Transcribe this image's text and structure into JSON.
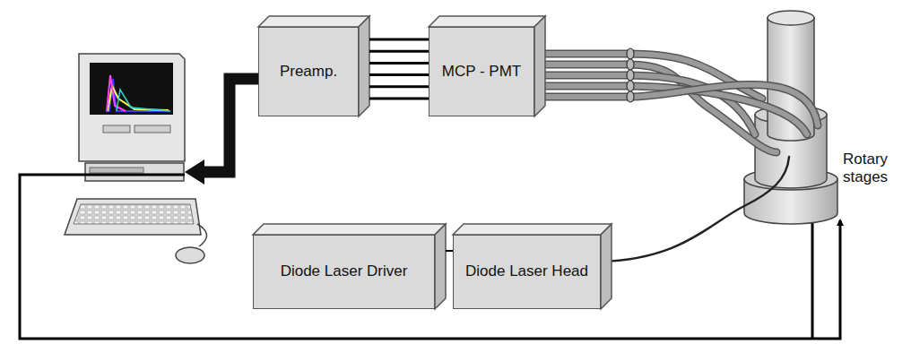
{
  "diagram": {
    "nodes": [
      {
        "text": [
          "Preamp."
        ]
      },
      {
        "text": [
          "MCP - PMT"
        ]
      },
      {
        "text": [
          "Diode Laser Driver"
        ]
      },
      {
        "text": [
          "Diode Laser Head"
        ]
      }
    ],
    "edges": [
      {
        "from": 1,
        "to": 0,
        "arrow": "none"
      },
      {
        "from": 2,
        "to": 3,
        "arrow": "none"
      }
    ],
    "labels": [
      "Rotary stages"
    ]
  }
}
